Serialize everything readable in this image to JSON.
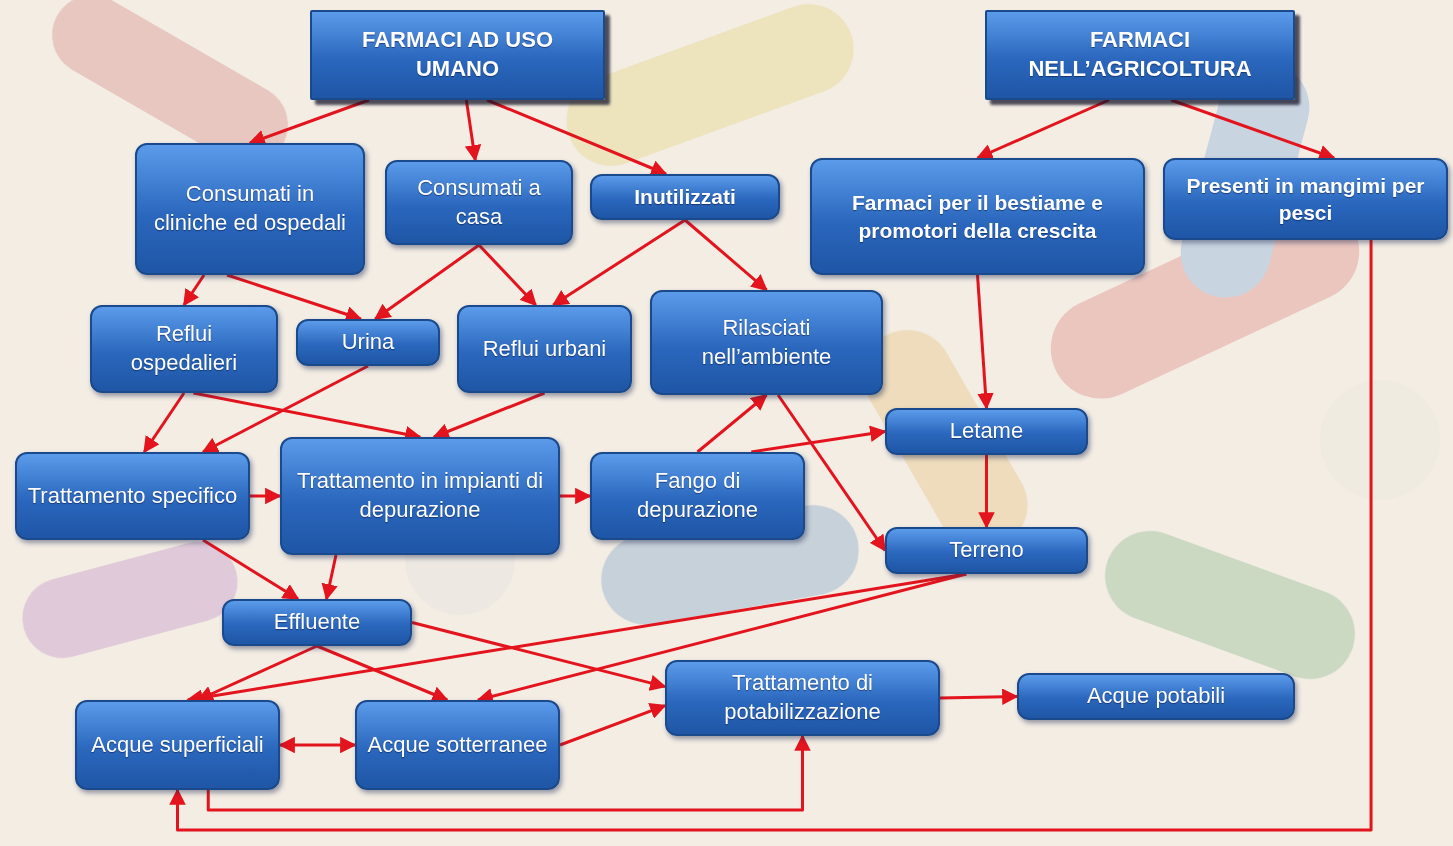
{
  "diagram": {
    "nodes": [
      {
        "text": [
          "FARMACI AD USO UMANO"
        ]
      },
      {
        "text": [
          "FARMACI NELL’AGRICOLTURA"
        ]
      },
      {
        "text": [
          "Consumati in cliniche ed ospedali"
        ]
      },
      {
        "text": [
          "Consumati a casa"
        ]
      },
      {
        "text": [
          "Inutilizzati"
        ]
      },
      {
        "text": [
          "Farmaci per il bestiame e promotori della crescita"
        ]
      },
      {
        "text": [
          "Presenti in mangimi per pesci"
        ]
      },
      {
        "text": [
          "Reflui ospedalieri"
        ]
      },
      {
        "text": [
          "Urina"
        ]
      },
      {
        "text": [
          "Reflui urbani"
        ]
      },
      {
        "text": [
          "Rilasciati nell’ambiente"
        ]
      },
      {
        "text": [
          "Letame"
        ]
      },
      {
        "text": [
          "Trattamento specifico"
        ]
      },
      {
        "text": [
          "Trattamento in impianti di depurazione"
        ]
      },
      {
        "text": [
          "Fango di depurazione"
        ]
      },
      {
        "text": [
          "Terreno"
        ]
      },
      {
        "text": [
          "Effluente"
        ]
      },
      {
        "text": [
          "Trattamento di potabilizzazione"
        ]
      },
      {
        "text": [
          "Acque potabili"
        ]
      },
      {
        "text": [
          "Acque superficiali"
        ]
      },
      {
        "text": [
          "Acque sotterranee"
        ]
      }
    ],
    "edges": [
      {
        "from": 0,
        "to": 2,
        "arrow": "to"
      },
      {
        "from": 0,
        "to": 3,
        "arrow": "to"
      },
      {
        "from": 0,
        "to": 4,
        "arrow": "to"
      },
      {
        "from": 1,
        "to": 5,
        "arrow": "to"
      },
      {
        "from": 1,
        "to": 6,
        "arrow": "to"
      },
      {
        "from": 2,
        "to": 7,
        "arrow": "to"
      },
      {
        "from": 2,
        "to": 8,
        "arrow": "to"
      },
      {
        "from": 3,
        "to": 8,
        "arrow": "to"
      },
      {
        "from": 3,
        "to": 9,
        "arrow": "to"
      },
      {
        "from": 4,
        "to": 9,
        "arrow": "to"
      },
      {
        "from": 4,
        "to": 10,
        "arrow": "to"
      },
      {
        "from": 5,
        "to": 11,
        "arrow": "to"
      },
      {
        "from": 6,
        "to": 19,
        "arrow": "to"
      },
      {
        "from": 7,
        "to": 12,
        "arrow": "to"
      },
      {
        "from": 7,
        "to": 13,
        "arrow": "to"
      },
      {
        "from": 8,
        "to": 12,
        "arrow": "to"
      },
      {
        "from": 9,
        "to": 13,
        "arrow": "to"
      },
      {
        "from": 12,
        "to": 13,
        "arrow": "to"
      },
      {
        "from": 13,
        "to": 14,
        "arrow": "to"
      },
      {
        "from": 14,
        "to": 10,
        "arrow": "to"
      },
      {
        "from": 14,
        "to": 11,
        "arrow": "to"
      },
      {
        "from": 10,
        "to": 15,
        "arrow": "to"
      },
      {
        "from": 11,
        "to": 15,
        "arrow": "to"
      },
      {
        "from": 12,
        "to": 16,
        "arrow": "to"
      },
      {
        "from": 13,
        "to": 16,
        "arrow": "to"
      },
      {
        "from": 15,
        "to": 19,
        "arrow": "to"
      },
      {
        "from": 15,
        "to": 20,
        "arrow": "to"
      },
      {
        "from": 16,
        "to": 19,
        "arrow": "to"
      },
      {
        "from": 16,
        "to": 20,
        "arrow": "to"
      },
      {
        "from": 16,
        "to": 17,
        "arrow": "to"
      },
      {
        "from": 19,
        "to": 20,
        "arrow": "both"
      },
      {
        "from": 20,
        "to": 17,
        "arrow": "to"
      },
      {
        "from": 19,
        "to": 17,
        "arrow": "to"
      },
      {
        "from": 17,
        "to": 18,
        "arrow": "to"
      }
    ]
  }
}
